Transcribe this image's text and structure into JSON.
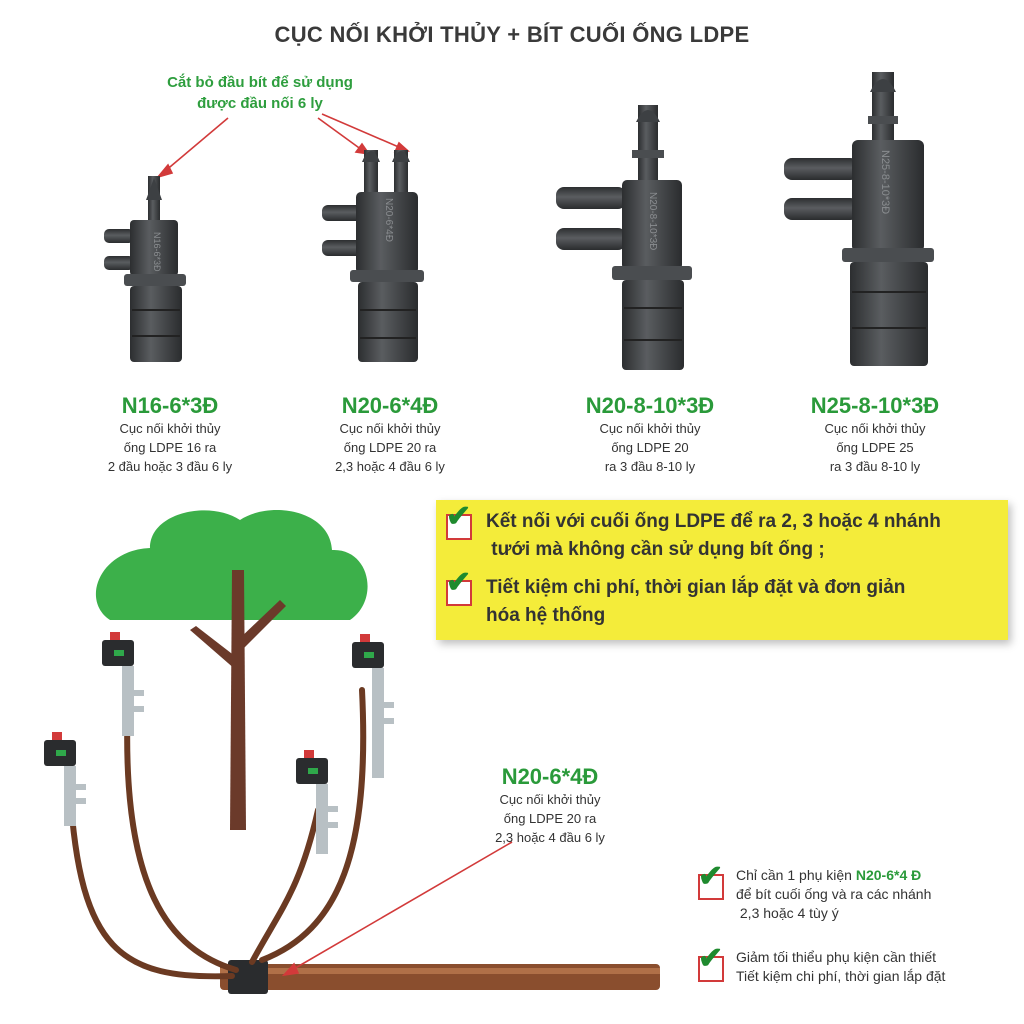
{
  "title": "CỤC NỐI KHỞI THỦY + BÍT CUỐI ỐNG LDPE",
  "cut_note": [
    "Cắt bỏ đầu bít để sử dụng",
    "được đầu nối 6 ly"
  ],
  "products": [
    {
      "code": "N16-6*3Đ",
      "marking": "N16-6*3Đ",
      "desc": [
        "Cục nối khởi thủy",
        "ống LDPE 16 ra",
        "2 đầu hoặc 3 đầu 6 ly"
      ]
    },
    {
      "code": "N20-6*4Đ",
      "marking": "N20-6*4Đ",
      "desc": [
        "Cục nối khởi thủy",
        "ống LDPE  20 ra",
        "2,3 hoặc 4  đầu 6 ly"
      ]
    },
    {
      "code": "N20-8-10*3Đ",
      "marking": "N20-8-10*3Đ",
      "desc": [
        "Cục nối khởi thủy",
        "ống LDPE 20",
        "ra 3 đầu 8-10 ly"
      ]
    },
    {
      "code": "N25-8-10*3Đ",
      "marking": "N25-8-10*3Đ",
      "desc": [
        "Cục nối khởi thủy",
        "ống LDPE  25",
        "ra  3 đầu 8-10 ly"
      ]
    }
  ],
  "benefits": [
    [
      "Kết nối với cuối ống LDPE để ra 2, 3 hoặc 4  nhánh",
      " tưới mà không cần sử dụng bít ống ;"
    ],
    [
      "Tiết kiệm chi phí, thời gian lắp đặt và đơn giản",
      "hóa hệ thống"
    ]
  ],
  "callout": {
    "code": "N20-6*4Đ",
    "desc": [
      "Cục nối khởi thủy",
      "ống LDPE  20 ra",
      "2,3 hoặc 4  đầu 6 ly"
    ]
  },
  "bottom_notes": [
    {
      "prefix": "Chỉ cần 1 phụ kiện ",
      "highlight": "N20-6*4 Đ",
      "lines": [
        "để bít cuối ống và ra các nhánh",
        " 2,3 hoặc 4 tùy ý"
      ]
    },
    {
      "prefix": "Giảm tối thiểu phụ kiện cần thiết",
      "highlight": "",
      "lines": [
        "Tiết kiệm chi phí, thời gian lắp đặt"
      ]
    }
  ],
  "colors": {
    "green": "#2a9a3a",
    "red": "#d23a3a",
    "yellow": "#f4ec3a",
    "fitting": "#3d4043",
    "tree_leaf": "#3cb04a",
    "trunk": "#6b3a2a",
    "pipe": "#8a4e2e"
  },
  "icons": [
    "check-icon",
    "tree-icon",
    "sprinkler-icon",
    "connector-icon"
  ]
}
